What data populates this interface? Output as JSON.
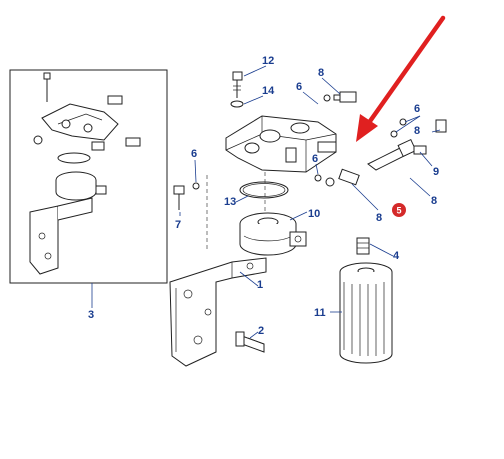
{
  "callouts": {
    "c1": "1",
    "c2": "2",
    "c3": "3",
    "c4": "4",
    "c5": "5",
    "c6a": "6",
    "c6b": "6",
    "c6c": "6",
    "c6d": "6",
    "c7": "7",
    "c8a": "8",
    "c8b": "8",
    "c8c": "8",
    "c8d": "8",
    "c9": "9",
    "c10": "10",
    "c11": "11",
    "c12": "12",
    "c13": "13",
    "c14": "14"
  },
  "colors": {
    "callout_text": "#1a3d8f",
    "arrow": "#e02020",
    "highlight_badge": "#d42a2a",
    "line_art": "#222222"
  },
  "icons": {
    "pointer": "red-arrow-icon",
    "badge": "red-circle-badge-icon"
  }
}
